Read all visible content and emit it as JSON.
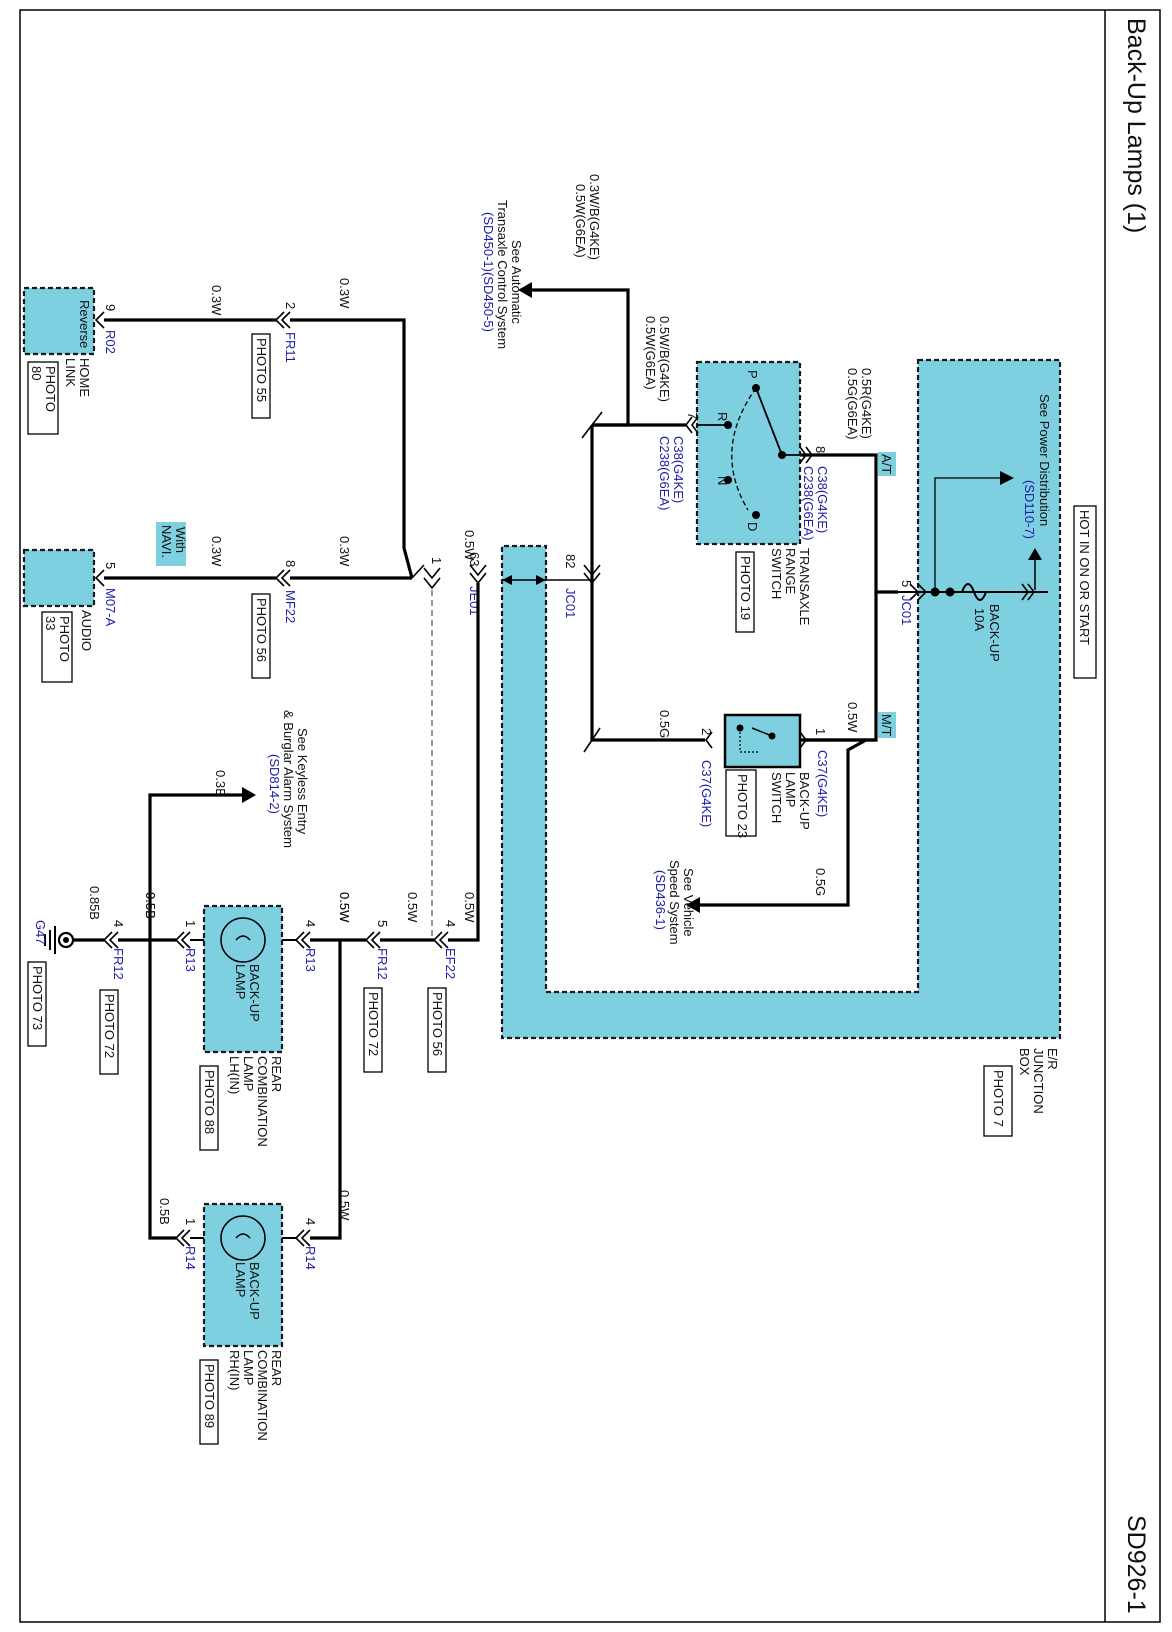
{
  "diagram": {
    "title": "Back-Up Lamps (1)",
    "page_code": "SD926-1",
    "supply_label": "HOT IN ON OR START",
    "junction_box": {
      "lines": [
        "E/R",
        "JUNCTION",
        "BOX"
      ],
      "photo": "PHOTO 7",
      "power_ref": "See Power Distribution",
      "power_ref_code": "(SD110-7)",
      "fuse_lines": [
        "BACK-UP",
        "10A"
      ],
      "connector": "JC01",
      "pin": "5"
    },
    "transmission_tags": {
      "auto": "A/T",
      "manual": "M/T"
    },
    "transaxle_switch": {
      "lines": [
        "TRANSAXLE",
        "RANGE",
        "SWITCH"
      ],
      "photo": "PHOTO 19",
      "positions": [
        "P",
        "R",
        "N",
        "D"
      ],
      "in_pin": "8",
      "in_conn": [
        "C38(G4KE)",
        "C238(G6EA)"
      ],
      "in_wire": [
        "0.5R(G4KE)",
        "0.5G(G6EA)"
      ],
      "out_pin": "7",
      "out_conn": [
        "C38(G4KE)",
        "C238(G6EA)"
      ],
      "out_wire": [
        "0.5W/B(G4KE)",
        "0.5W(G6EA)"
      ]
    },
    "atcs_ref": {
      "wire": [
        "0.3W/B(G4KE)",
        "0.5W(G6EA)"
      ],
      "lines": [
        "See Automatic",
        "Transaxle Control System"
      ],
      "code": "(SD450-1)(SD450-5)"
    },
    "backup_switch": {
      "lines": [
        "BACK-UP",
        "LAMP",
        "SWITCH"
      ],
      "photo": "PHOTO 23",
      "pin_in": "1",
      "pin_out": "2",
      "conn_in": "C37(G4KE)",
      "conn_out": "C37(G4KE)",
      "wire_in": "0.5W",
      "wire_out": "0.5G"
    },
    "vss_ref": {
      "wire": "0.5G",
      "lines": [
        "See Vehicle",
        "Speed System"
      ],
      "code": "(SD436-1)"
    },
    "jc01_lower": {
      "pin": "82",
      "conn": "JC01"
    },
    "je01": {
      "pin": "63",
      "conn": "JE01",
      "wire": "0.5W"
    },
    "mf22": {
      "pin_a": "1",
      "pin_b": "8",
      "conn": "MF22",
      "photo": "PHOTO 56",
      "wire": "0.3W"
    },
    "fr11": {
      "pin": "2",
      "conn": "FR11",
      "photo": "PHOTO 55",
      "wire": "0.3W"
    },
    "nav_tag": [
      "With",
      "NAVI."
    ],
    "home_link": {
      "pin": "9",
      "conn": "R02",
      "inner": "Reverse",
      "lines": [
        "HOME",
        "LINK"
      ],
      "photo": [
        "PHOTO",
        "80"
      ]
    },
    "audio": {
      "pin": "5",
      "conn": "M07-A",
      "lines": [
        "AUDIO"
      ],
      "photo": [
        "PHOTO",
        "33"
      ]
    },
    "ef22": {
      "pin": "4",
      "conn": "EF22",
      "photo": "PHOTO 56",
      "wire": "0.5W"
    },
    "fr12_upper": {
      "pin": "5",
      "conn": "FR12",
      "photo": "PHOTO 72",
      "wire": "0.5W"
    },
    "lamp_lh": {
      "inner": [
        "BACK-UP",
        "LAMP"
      ],
      "lines": [
        "REAR",
        "COMBINATION",
        "LAMP",
        "LH(IN)"
      ],
      "photo": "PHOTO 88",
      "pin_in": "4",
      "pin_gnd": "1",
      "conn": "R13",
      "wire_in": "0.5W",
      "wire_gnd": "0.5B"
    },
    "lamp_rh": {
      "inner": [
        "BACK-UP",
        "LAMP"
      ],
      "lines": [
        "REAR",
        "COMBINATION",
        "LAMP",
        "RH(IN)"
      ],
      "photo": "PHOTO 89",
      "pin_in": "4",
      "pin_gnd": "1",
      "conn": "R14",
      "wire_in": "0.5W",
      "wire_gnd": "0.5B"
    },
    "keyless_ref": {
      "wire": "0.3B",
      "lines": [
        "See Keyless Entry",
        "& Burglar Alarm System"
      ],
      "code": "(SD814-2)"
    },
    "fr12_lower": {
      "pin": "4",
      "conn": "FR12",
      "photo": "PHOTO 72",
      "wire": "0.85B"
    },
    "ground": {
      "name": "G47",
      "photo": "PHOTO 73"
    }
  }
}
